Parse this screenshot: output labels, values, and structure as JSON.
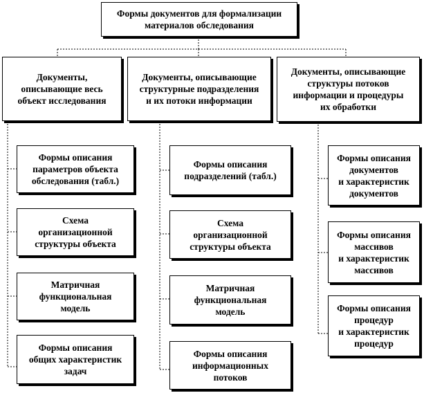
{
  "root": {
    "label": "Формы документов для формализации\nматериалов обследования"
  },
  "columns": [
    {
      "label": "Документы,\nописывающие весь\nобъект исследования",
      "items": [
        "Формы описания\nпараметров объекта\nобследования (табл.)",
        "Схема\nорганизационной\nструктуры объекта",
        "Матричная\nфункциональная\nмодель",
        "Формы описания\nобщих характеристик\nзадач"
      ]
    },
    {
      "label": "Документы, описывающие\nструктурные подразделения\nи их потоки информации",
      "items": [
        "Формы описания\nподразделений (табл.)",
        "Схема\nорганизационной\nструктуры объекта",
        "Матричная\nфункциональная\nмодель",
        "Формы описания\nинформационных\nпотоков"
      ]
    },
    {
      "label": "Документы, описывающие\nструктуры потоков\nинформации и процедуры\nих обработки",
      "items": [
        "Формы описания\nдокументов\nи характеристик\nдокументов",
        "Формы описания\nмассивов\nи характеристик\nмассивов",
        "Формы описания\nпроцедур\nи характеристик\nпроцедур"
      ]
    }
  ]
}
